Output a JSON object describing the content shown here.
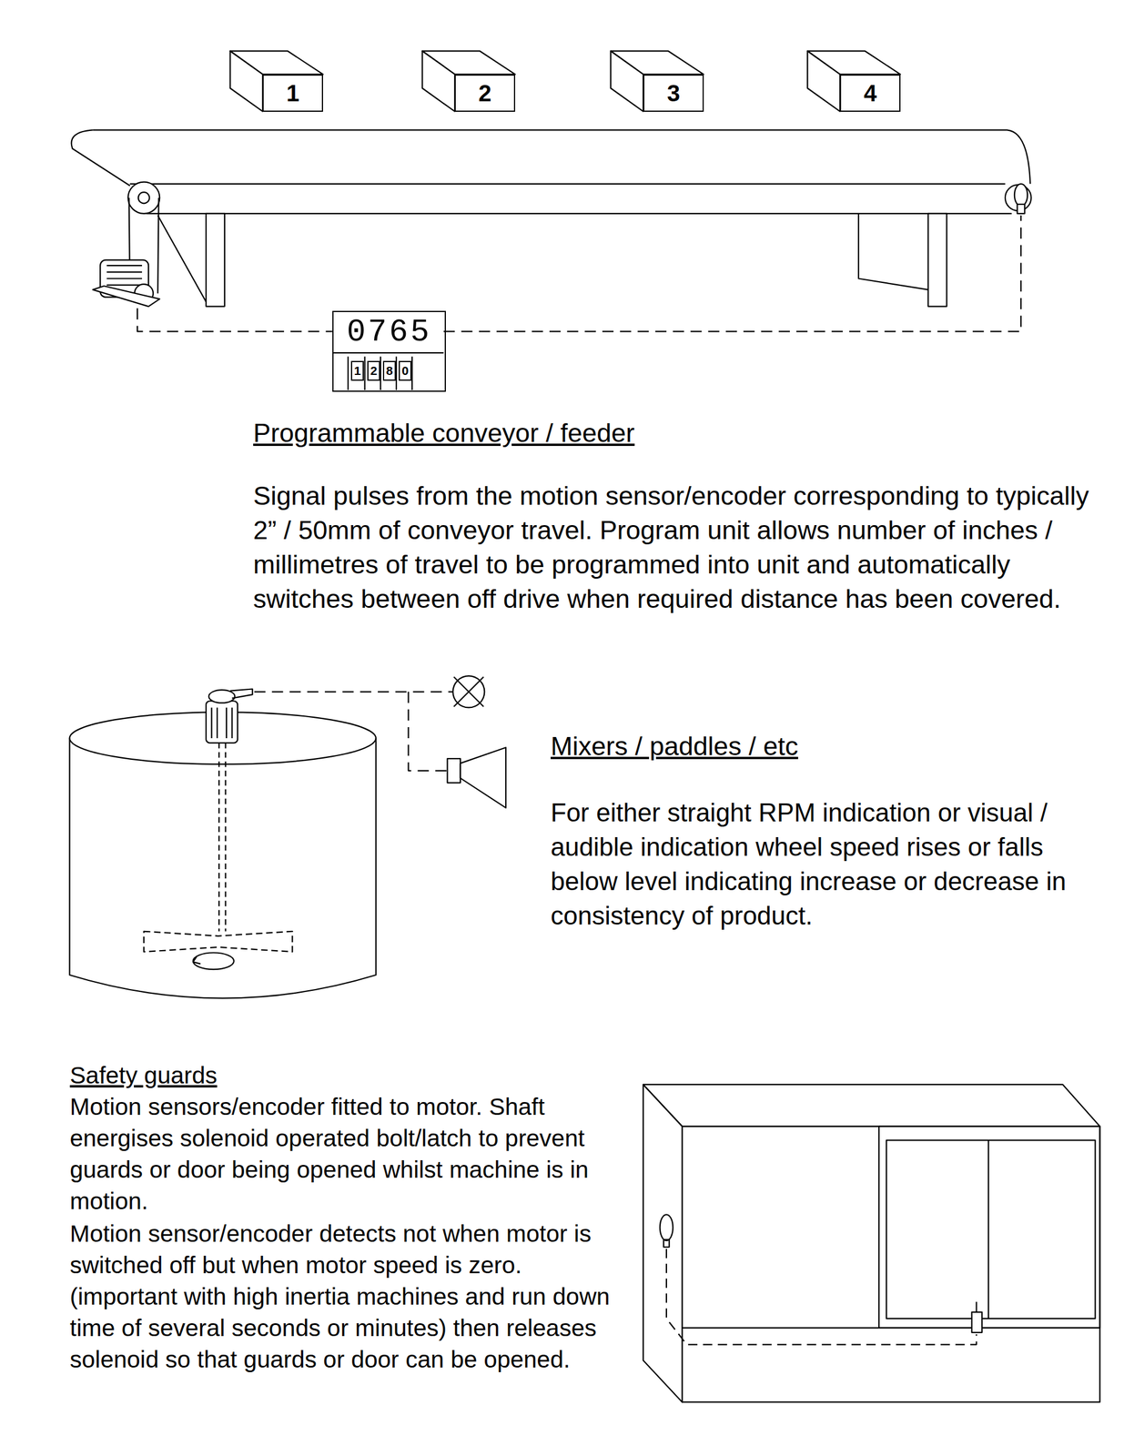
{
  "diagram": {
    "nodes": [
      {
        "text": [
          "1"
        ]
      },
      {
        "text": [
          "2"
        ]
      },
      {
        "text": [
          "3"
        ]
      },
      {
        "text": [
          "4"
        ]
      },
      {
        "text": [
          "0765"
        ]
      },
      {
        "text": [
          "1"
        ],
        "in": 4
      },
      {
        "text": [
          "2"
        ],
        "in": 4
      },
      {
        "text": [
          "8"
        ],
        "in": 4
      },
      {
        "text": [
          "0"
        ],
        "in": 4
      }
    ],
    "labels": [
      "Programmable conveyor / feeder",
      "Signal pulses from the motion sensor/encoder corresponding to typically 2” / 50mm of conveyor travel. Program unit allows number of inches / millimetres of travel to be programmed into unit and automatically switches between off drive when required distance has been covered.",
      "Mixers / paddles / etc",
      "For either straight RPM indication or visual / audible indication wheel speed rises or falls below level indicating increase or decrease in consistency of product.",
      "Safety guards",
      "Motion sensors/encoder fitted to motor. Shaft energises solenoid operated bolt/latch to prevent guards or door being opened whilst machine is in motion.",
      "Motion sensor/encoder detects not when motor is switched off but when motor speed is zero. (important with high inertia machines and run down time of several seconds or minutes) then releases solenoid so that guards or door can be opened."
    ]
  }
}
